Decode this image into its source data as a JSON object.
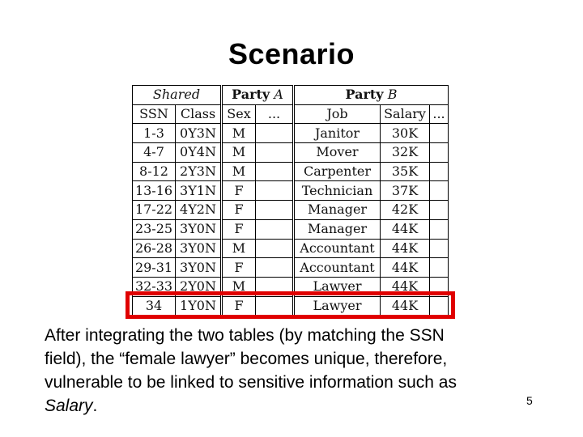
{
  "slide": {
    "title": "Scenario",
    "page_number": "5"
  },
  "table": {
    "group_headers": [
      {
        "italic": "Shared"
      },
      {
        "bold": "Party",
        "italic": "A"
      },
      {
        "bold": "Party",
        "italic": "B"
      }
    ],
    "columns": [
      "SSN",
      "Class",
      "Sex",
      "...",
      "Job",
      "Salary",
      "..."
    ],
    "rows": [
      [
        "1-3",
        "0Y3N",
        "M",
        "",
        "Janitor",
        "30K",
        ""
      ],
      [
        "4-7",
        "0Y4N",
        "M",
        "",
        "Mover",
        "32K",
        ""
      ],
      [
        "8-12",
        "2Y3N",
        "M",
        "",
        "Carpenter",
        "35K",
        ""
      ],
      [
        "13-16",
        "3Y1N",
        "F",
        "",
        "Technician",
        "37K",
        ""
      ],
      [
        "17-22",
        "4Y2N",
        "F",
        "",
        "Manager",
        "42K",
        ""
      ],
      [
        "23-25",
        "3Y0N",
        "F",
        "",
        "Manager",
        "44K",
        ""
      ],
      [
        "26-28",
        "3Y0N",
        "M",
        "",
        "Accountant",
        "44K",
        ""
      ],
      [
        "29-31",
        "3Y0N",
        "F",
        "",
        "Accountant",
        "44K",
        ""
      ],
      [
        "32-33",
        "2Y0N",
        "M",
        "",
        "Lawyer",
        "44K",
        ""
      ],
      [
        "34",
        "1Y0N",
        "F",
        "",
        "Lawyer",
        "44K",
        ""
      ]
    ],
    "highlight": {
      "row_index": 9,
      "color": "#e00000"
    }
  },
  "paragraph": {
    "lines": [
      "After integrating the two tables (by matching the SSN",
      "field), the “female lawyer” becomes unique, therefore,",
      "vulnerable to be linked to sensitive information such as"
    ],
    "last_line_italic": "Salary",
    "last_line_suffix": "."
  }
}
